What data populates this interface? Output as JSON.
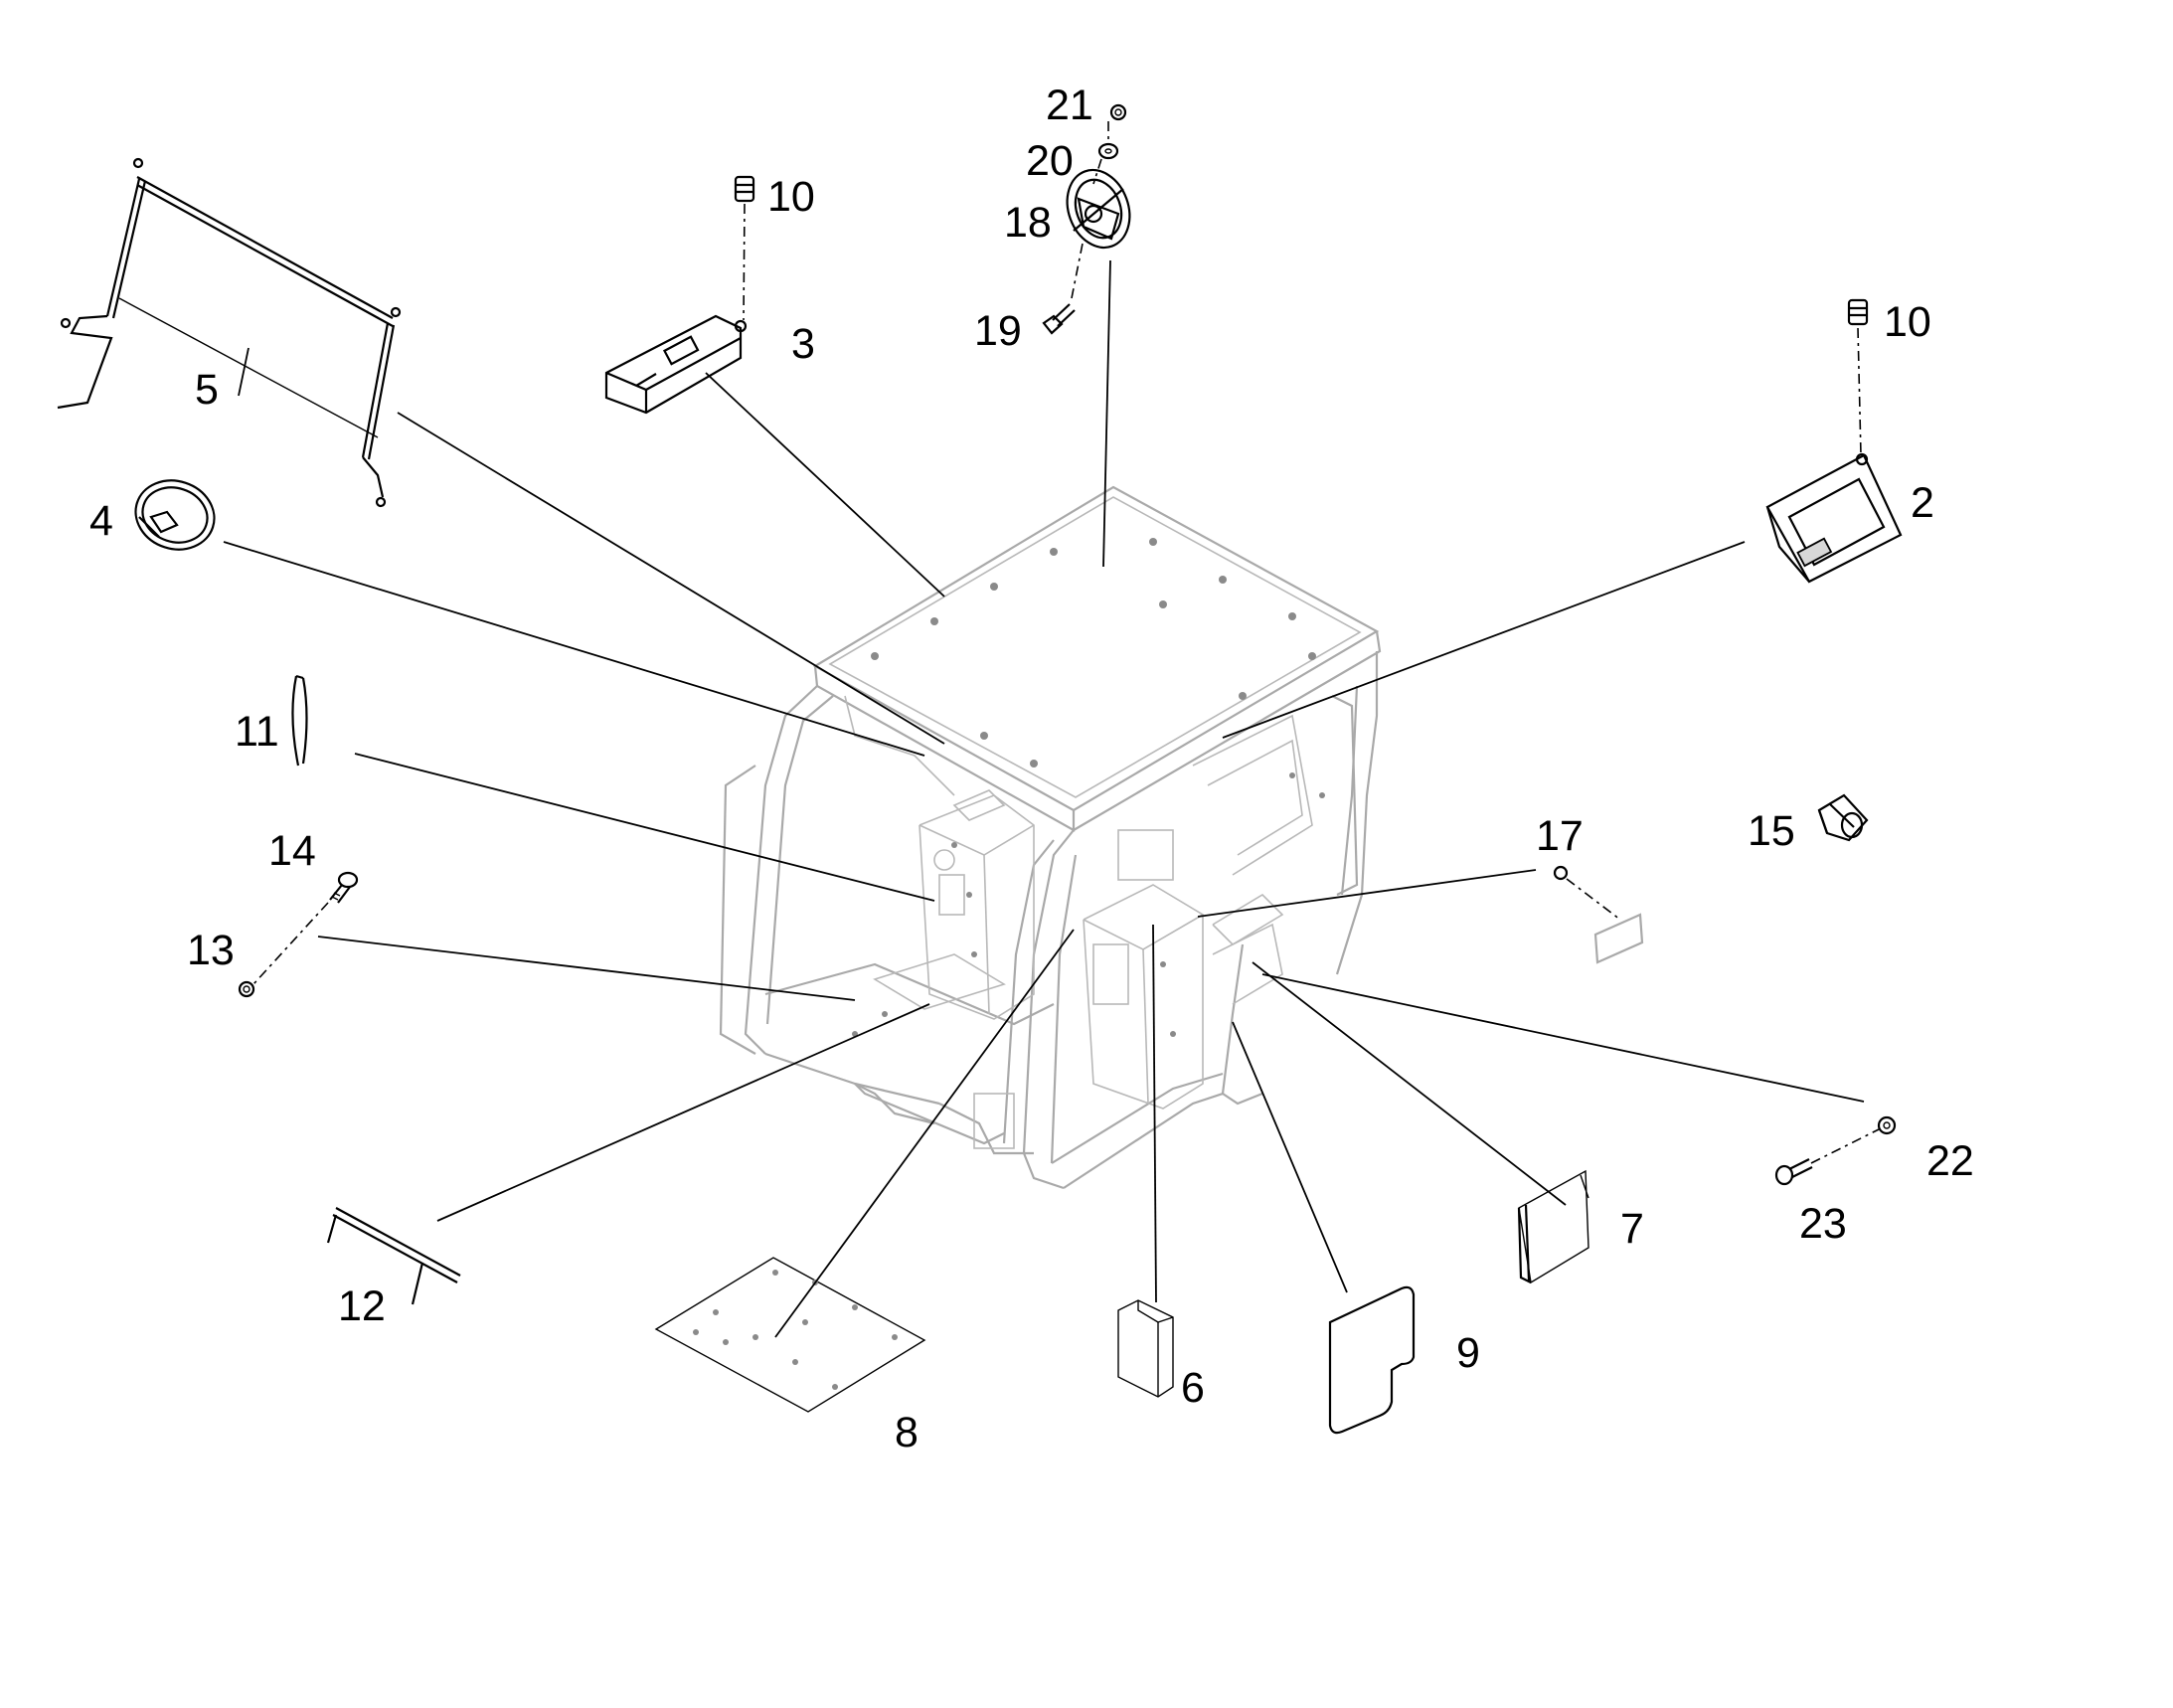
{
  "diagram": {
    "callouts": [
      {
        "id": "c21",
        "label": "21"
      },
      {
        "id": "c20",
        "label": "20"
      },
      {
        "id": "c18",
        "label": "18"
      },
      {
        "id": "c19",
        "label": "19"
      },
      {
        "id": "c10a",
        "label": "10"
      },
      {
        "id": "c3",
        "label": "3"
      },
      {
        "id": "c10b",
        "label": "10"
      },
      {
        "id": "c2",
        "label": "2"
      },
      {
        "id": "c5",
        "label": "5"
      },
      {
        "id": "c4",
        "label": "4"
      },
      {
        "id": "c11",
        "label": "11"
      },
      {
        "id": "c14",
        "label": "14"
      },
      {
        "id": "c13",
        "label": "13"
      },
      {
        "id": "c17",
        "label": "17"
      },
      {
        "id": "c15",
        "label": "15"
      },
      {
        "id": "c22",
        "label": "22"
      },
      {
        "id": "c23",
        "label": "23"
      },
      {
        "id": "c7",
        "label": "7"
      },
      {
        "id": "c12",
        "label": "12"
      },
      {
        "id": "c9",
        "label": "9"
      },
      {
        "id": "c6",
        "label": "6"
      },
      {
        "id": "c8",
        "label": "8"
      }
    ]
  }
}
